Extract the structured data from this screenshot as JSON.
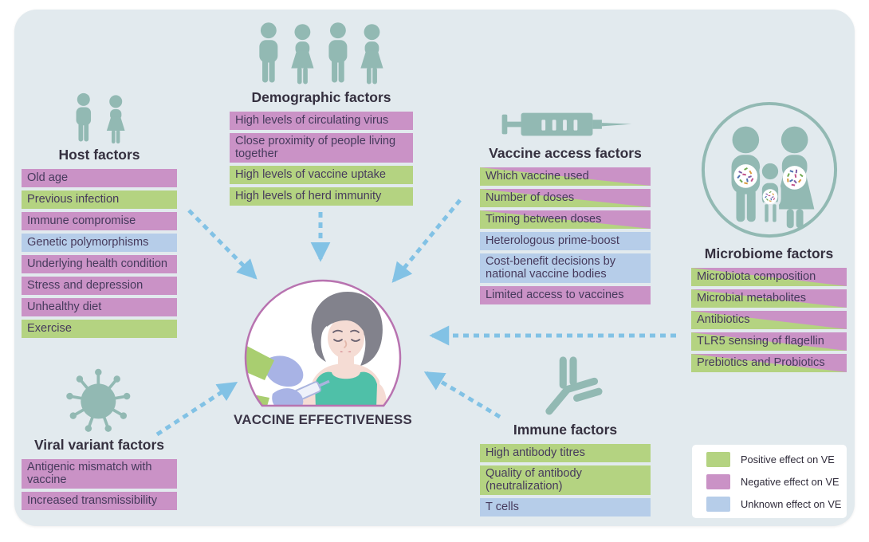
{
  "center": {
    "label": "VACCINE EFFECTIVENESS"
  },
  "colors": {
    "positive_green": "#b4d381",
    "negative_pink": "#ca92c6",
    "unknown_blue": "#b6cde9",
    "icon_teal": "#92b9b3",
    "arrow_blue": "#82c2e5",
    "panel_background": "#e2eaee",
    "circle_stroke": "#b873b0"
  },
  "groups": [
    {
      "id": "host-factors",
      "title": "Host factors",
      "icon": "two-people-icon",
      "items": [
        {
          "label": "Old age",
          "effect": "negative"
        },
        {
          "label": "Previous infection",
          "effect": "positive"
        },
        {
          "label": "Immune compromise",
          "effect": "negative"
        },
        {
          "label": "Genetic polymorphisms",
          "effect": "unknown"
        },
        {
          "label": "Underlying health condition",
          "effect": "negative"
        },
        {
          "label": "Stress and depression",
          "effect": "negative"
        },
        {
          "label": "Unhealthy diet",
          "effect": "negative"
        },
        {
          "label": "Exercise",
          "effect": "positive"
        }
      ]
    },
    {
      "id": "demographic-factors",
      "title": "Demographic factors",
      "icon": "four-people-icon",
      "items": [
        {
          "label": "High levels of circulating virus",
          "effect": "negative"
        },
        {
          "label": "Close proximity of people living together",
          "effect": "negative"
        },
        {
          "label": "High levels of vaccine uptake",
          "effect": "positive"
        },
        {
          "label": "High levels of herd immunity",
          "effect": "positive"
        }
      ]
    },
    {
      "id": "vaccine-access-factors",
      "title": "Vaccine access factors",
      "icon": "syringe-icon",
      "items": [
        {
          "label": "Which vaccine used",
          "effect": "mixed"
        },
        {
          "label": "Number of doses",
          "effect": "mixed"
        },
        {
          "label": "Timing between doses",
          "effect": "mixed"
        },
        {
          "label": "Heterologous prime-boost",
          "effect": "unknown"
        },
        {
          "label": "Cost-benefit decisions by national vaccine bodies",
          "effect": "unknown"
        },
        {
          "label": "Limited access to vaccines",
          "effect": "negative"
        }
      ]
    },
    {
      "id": "microbiome-factors",
      "title": "Microbiome factors",
      "icon": "family-microbiome-icon",
      "items": [
        {
          "label": "Microbiota composition",
          "effect": "mixed"
        },
        {
          "label": "Microbial metabolites",
          "effect": "mixed"
        },
        {
          "label": "Antibiotics",
          "effect": "mixed"
        },
        {
          "label": "TLR5 sensing of flagellin",
          "effect": "mixed"
        },
        {
          "label": "Prebiotics and Probiotics",
          "effect": "mixed"
        }
      ]
    },
    {
      "id": "viral-variant-factors",
      "title": "Viral variant factors",
      "icon": "virus-icon",
      "items": [
        {
          "label": "Antigenic mismatch with vaccine",
          "effect": "negative"
        },
        {
          "label": "Increased transmissibility",
          "effect": "negative"
        }
      ]
    },
    {
      "id": "immune-factors",
      "title": "Immune factors",
      "icon": "antibody-icon",
      "items": [
        {
          "label": "High antibody titres",
          "effect": "positive"
        },
        {
          "label": "Quality of antibody (neutralization)",
          "effect": "positive"
        },
        {
          "label": "T cells",
          "effect": "unknown"
        }
      ]
    }
  ],
  "legend": {
    "items": [
      {
        "label": "Positive effect on VE",
        "color": "#b4d381"
      },
      {
        "label": "Negative effect on VE",
        "color": "#ca92c6"
      },
      {
        "label": "Unknown effect on VE",
        "color": "#b6cde9"
      }
    ]
  }
}
